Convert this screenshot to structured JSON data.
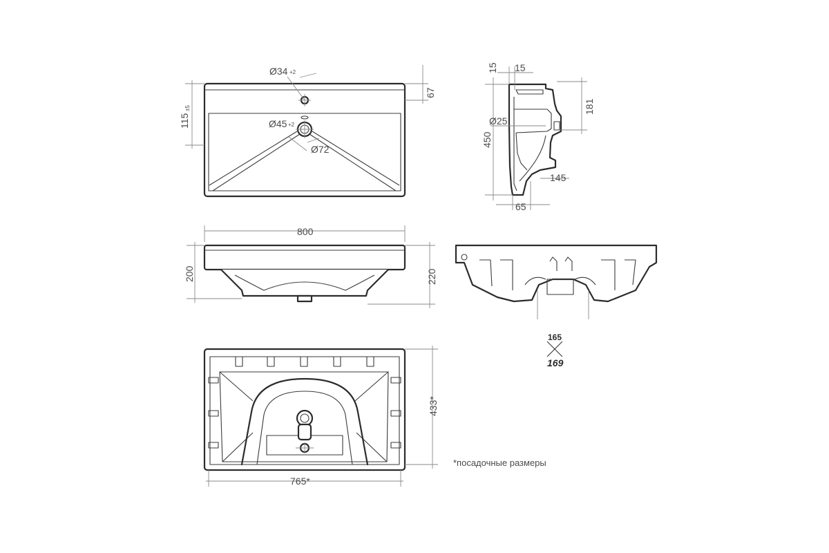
{
  "top_view": {
    "dim_tap_hole": "Ø34",
    "dim_tap_hole_tol": "+2",
    "dim_drain_hole": "Ø45",
    "dim_drain_hole_tol": "+2",
    "dim_drain_seat": "Ø72",
    "dim_depth_left": "115",
    "dim_depth_left_tol": "±5",
    "dim_back_edge": "67"
  },
  "side_view": {
    "dim_wall_1": "15",
    "dim_wall_2": "15",
    "dim_overflow_height": "181",
    "dim_overflow_hole": "Ø25",
    "dim_total_depth": "450",
    "dim_drain_offset": "145",
    "dim_bottom_offset": "65"
  },
  "front_view": {
    "dim_width": "800",
    "dim_height": "200",
    "dim_height_right": "220"
  },
  "bottom_view": {
    "dim_width": "765*",
    "dim_depth": "433*"
  },
  "packaging": {
    "value_top": "165",
    "value_bottom": "169"
  },
  "footnote": "*посадочные размеры"
}
